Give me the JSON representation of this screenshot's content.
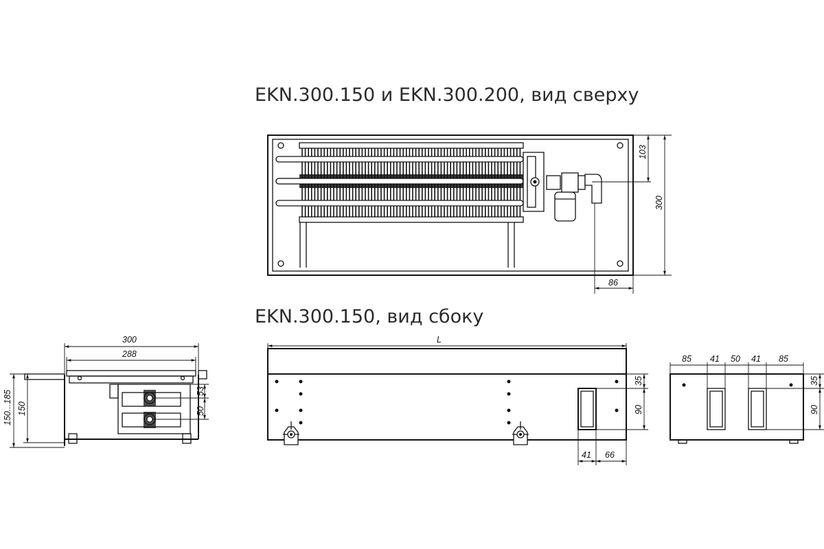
{
  "titles": {
    "top_view": "EKN.300.150 и EKN.300.200, вид сверху",
    "side_view": "EKN.300.150, вид сбоку"
  },
  "top_view_dims": {
    "d103": "103",
    "d300": "300",
    "d86": "86"
  },
  "left_section_dims": {
    "d300": "300",
    "d288": "288",
    "d150": "150",
    "d150_185": "150...185",
    "d53": "53",
    "d50": "50"
  },
  "side_view_dims": {
    "dL": "L",
    "d35": "35",
    "d90": "90",
    "d41": "41",
    "d66": "66"
  },
  "right_section_dims": {
    "d85a": "85",
    "d41a": "41",
    "d50": "50",
    "d41b": "41",
    "d85b": "85",
    "d35": "35",
    "d90": "90"
  }
}
